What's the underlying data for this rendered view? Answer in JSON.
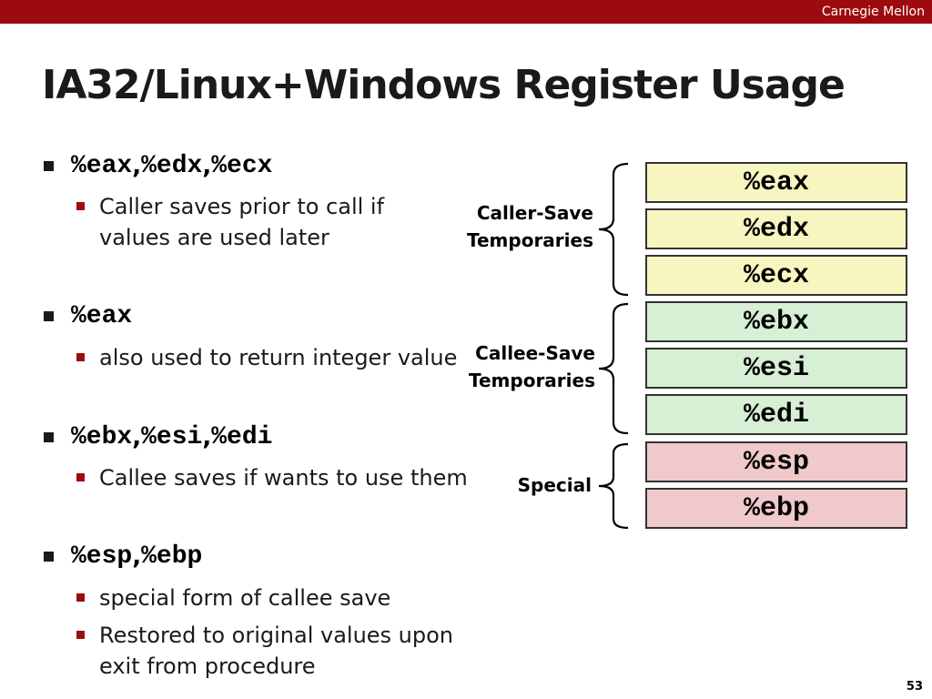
{
  "header": {
    "org": "Carnegie Mellon"
  },
  "title": "IA32/Linux+Windows Register Usage",
  "bullets": [
    {
      "regs": [
        "%eax",
        "%edx",
        "%ecx"
      ],
      "subs": [
        "Caller saves prior to call if values are used later"
      ]
    },
    {
      "regs": [
        "%eax"
      ],
      "subs": [
        "also used to return integer value"
      ]
    },
    {
      "regs": [
        "%ebx",
        "%esi",
        "%edi"
      ],
      "subs": [
        "Callee saves if wants to use them"
      ]
    },
    {
      "regs": [
        "%esp",
        "%ebp"
      ],
      "subs": [
        "special form of callee save",
        "Restored to original values upon exit from procedure"
      ]
    }
  ],
  "groups": [
    {
      "label_lines": [
        "Caller-Save",
        "Temporaries"
      ]
    },
    {
      "label_lines": [
        "Callee-Save",
        "Temporaries"
      ]
    },
    {
      "label_lines": [
        "Special"
      ]
    }
  ],
  "registers": [
    "%eax",
    "%edx",
    "%ecx",
    "%ebx",
    "%esi",
    "%edi",
    "%esp",
    "%ebp"
  ],
  "colors": {
    "header": "#9e0b0f",
    "caller": "#f7f5c0",
    "callee": "#d6efd5",
    "special": "#f0c9cb"
  },
  "page_number": "53"
}
